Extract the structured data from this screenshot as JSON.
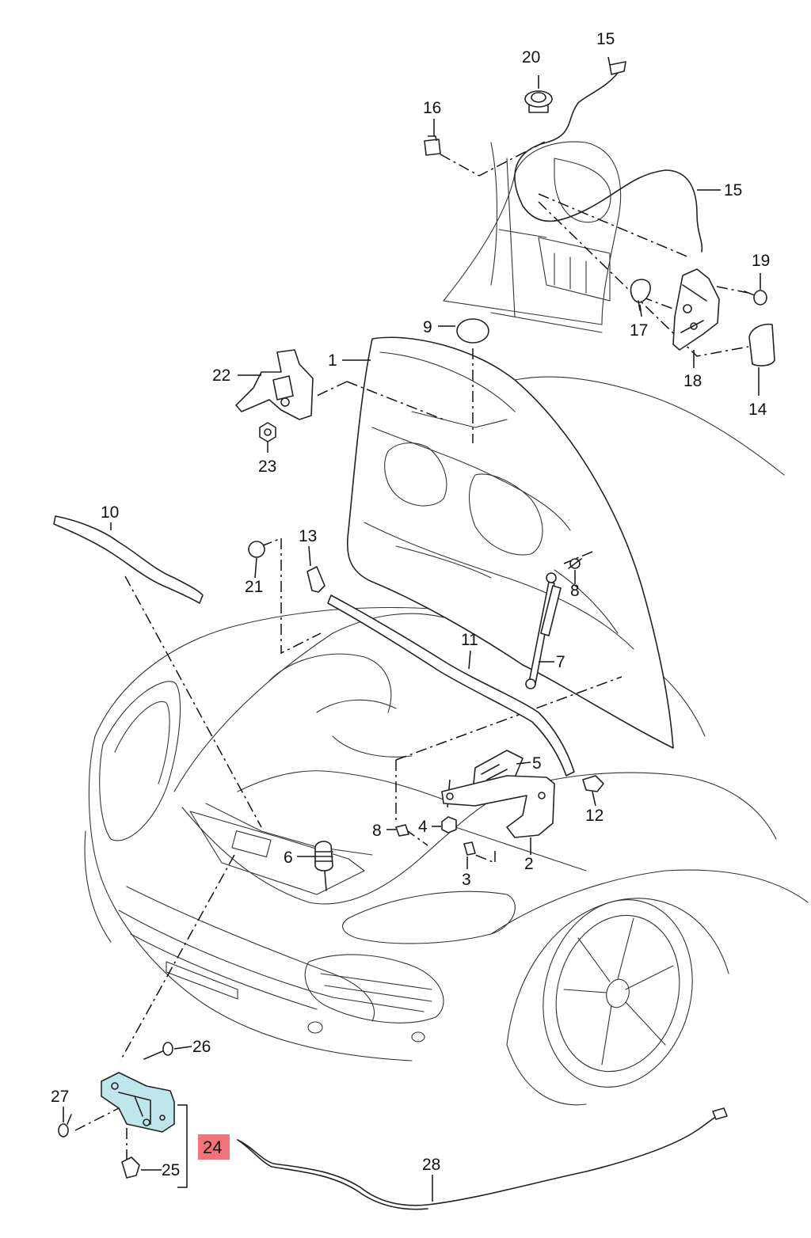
{
  "callouts": [
    {
      "id": "c1",
      "label": "1"
    },
    {
      "id": "c2",
      "label": "2"
    },
    {
      "id": "c3",
      "label": "3"
    },
    {
      "id": "c4",
      "label": "4"
    },
    {
      "id": "c5",
      "label": "5"
    },
    {
      "id": "c6",
      "label": "6"
    },
    {
      "id": "c7",
      "label": "7"
    },
    {
      "id": "c8a",
      "label": "8"
    },
    {
      "id": "c8b",
      "label": "8"
    },
    {
      "id": "c9",
      "label": "9"
    },
    {
      "id": "c10",
      "label": "10"
    },
    {
      "id": "c11",
      "label": "11"
    },
    {
      "id": "c12",
      "label": "12"
    },
    {
      "id": "c13",
      "label": "13"
    },
    {
      "id": "c14",
      "label": "14"
    },
    {
      "id": "c15a",
      "label": "15"
    },
    {
      "id": "c15b",
      "label": "15"
    },
    {
      "id": "c16",
      "label": "16"
    },
    {
      "id": "c17",
      "label": "17"
    },
    {
      "id": "c18",
      "label": "18"
    },
    {
      "id": "c19",
      "label": "19"
    },
    {
      "id": "c20",
      "label": "20"
    },
    {
      "id": "c21",
      "label": "21"
    },
    {
      "id": "c22",
      "label": "22"
    },
    {
      "id": "c23",
      "label": "23"
    },
    {
      "id": "c24",
      "label": "24",
      "highlighted": true
    },
    {
      "id": "c25",
      "label": "25"
    },
    {
      "id": "c26",
      "label": "26"
    },
    {
      "id": "c27",
      "label": "27"
    },
    {
      "id": "c28",
      "label": "28"
    }
  ],
  "colors": {
    "highlight_box": "#f2737a",
    "highlight_part": "#bfe6ea",
    "line": "#222222",
    "background": "#ffffff"
  }
}
